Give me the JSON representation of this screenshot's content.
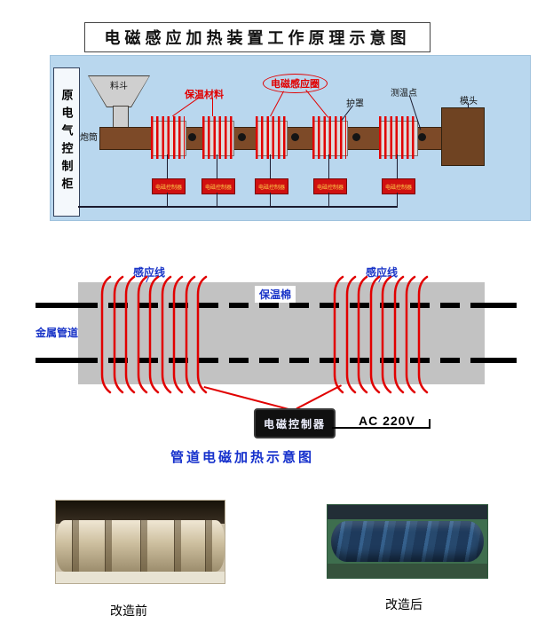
{
  "title": "电磁感应加热装置工作原理示意图",
  "top_diagram": {
    "cabinet": "原电气控制柜",
    "hopper": "料斗",
    "barrel": "炮筒",
    "insulation": "保温材料",
    "induction_coil": "电磁感应圈",
    "shield": "护罩",
    "temp_point": "测温点",
    "die_head": "模头",
    "controller": "电磁控制器"
  },
  "middle_diagram": {
    "induction_wire": "感应线",
    "insulation_cotton": "保温棉",
    "metal_pipe": "金属管道",
    "controller": "电磁控制器",
    "power": "AC 220V",
    "caption": "管道电磁加热示意图"
  },
  "photos": {
    "before": "改造前",
    "after": "改造后"
  },
  "colors": {
    "panel_blue": "#b9d7ee",
    "coil_red": "#e10000",
    "barrel_brown": "#7d4a28",
    "label_blue": "#1a35c8",
    "controller_red": "#d01010"
  }
}
